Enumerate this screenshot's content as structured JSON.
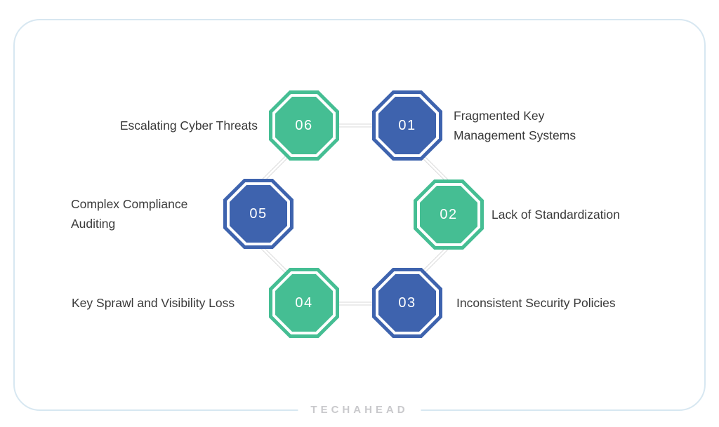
{
  "brand": {
    "logo_text": "TECHAHEAD"
  },
  "colors": {
    "green": "#45be93",
    "blue": "#3e63ae",
    "connector": "#d9d9d9",
    "cardBorder": "#d7e7f1",
    "label_text": "#3a3a3a",
    "number_text": "#ffffff",
    "logo_text_color": "#c9c9cc"
  },
  "diagram": {
    "items": [
      {
        "number": "01",
        "label": "Fragmented Key Management Systems",
        "color": "blue",
        "position": "top-right",
        "label_side": "right"
      },
      {
        "number": "02",
        "label": "Lack of Standardization",
        "color": "green",
        "position": "middle-right",
        "label_side": "right"
      },
      {
        "number": "03",
        "label": "Inconsistent Security Policies",
        "color": "blue",
        "position": "bottom-right",
        "label_side": "right"
      },
      {
        "number": "04",
        "label": "Key Sprawl and Visibility Loss",
        "color": "green",
        "position": "bottom-left",
        "label_side": "left"
      },
      {
        "number": "05",
        "label": "Complex Compliance Auditing",
        "color": "blue",
        "position": "middle-left",
        "label_side": "left"
      },
      {
        "number": "06",
        "label": "Escalating Cyber Threats",
        "color": "green",
        "position": "top-left",
        "label_side": "left"
      }
    ]
  }
}
